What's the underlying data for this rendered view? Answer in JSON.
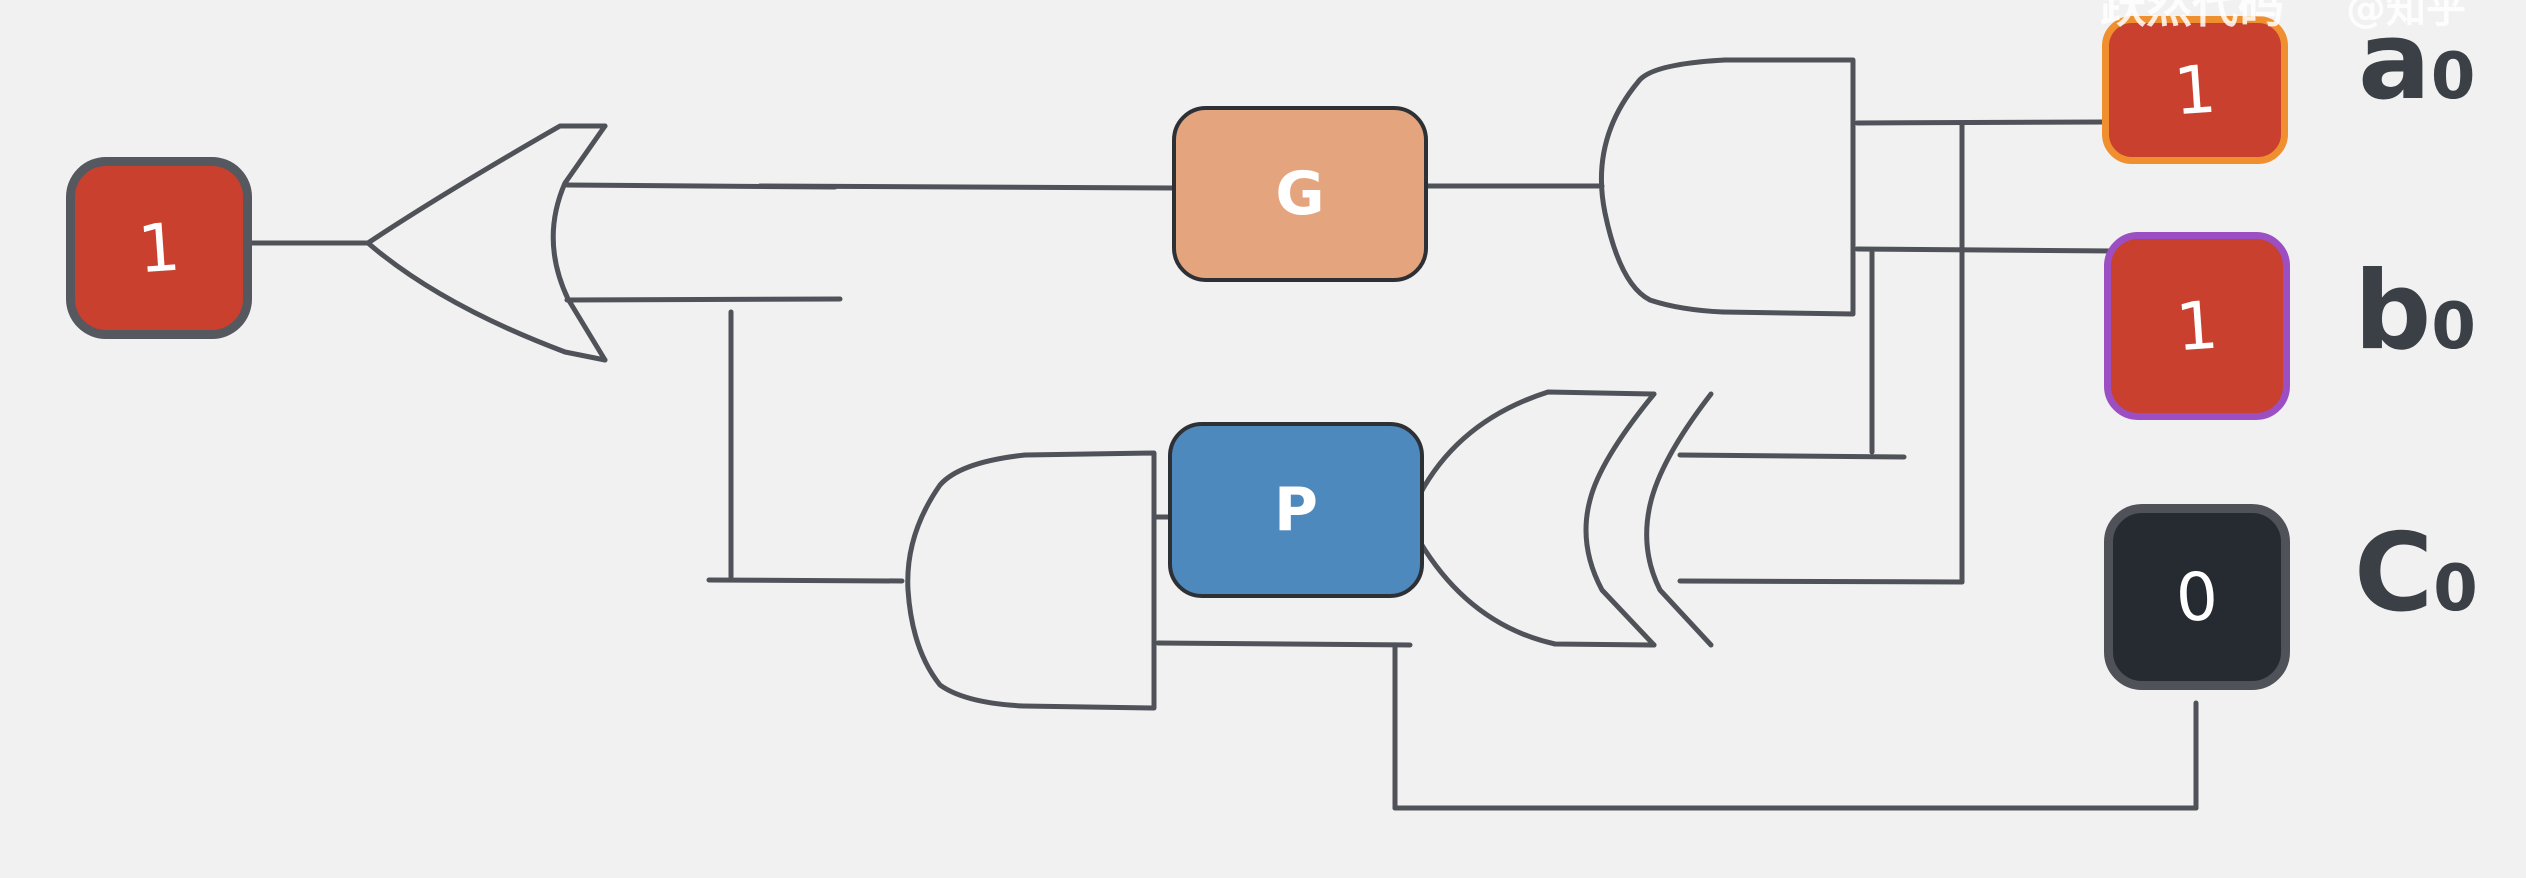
{
  "watermark": {
    "text": "跃然代码",
    "text_right": "@知乎"
  },
  "colors": {
    "background": "#f1f1f1",
    "wire": "#4f5258",
    "bit_red": "#c9402f",
    "bit_dark": "#262b31",
    "g_box": "#e4a57e",
    "p_box": "#4e89be",
    "a0_outline": "#f08f2f",
    "b0_outline": "#9b4fc2"
  },
  "output": {
    "value": "1"
  },
  "gates": {
    "g": {
      "label": "G"
    },
    "p": {
      "label": "P"
    }
  },
  "inputs": {
    "a0": {
      "value": "1",
      "label": "a",
      "sub": "0"
    },
    "b0": {
      "value": "1",
      "label": "b",
      "sub": "0"
    },
    "c0": {
      "value": "0",
      "label": "C",
      "sub": "0"
    }
  }
}
